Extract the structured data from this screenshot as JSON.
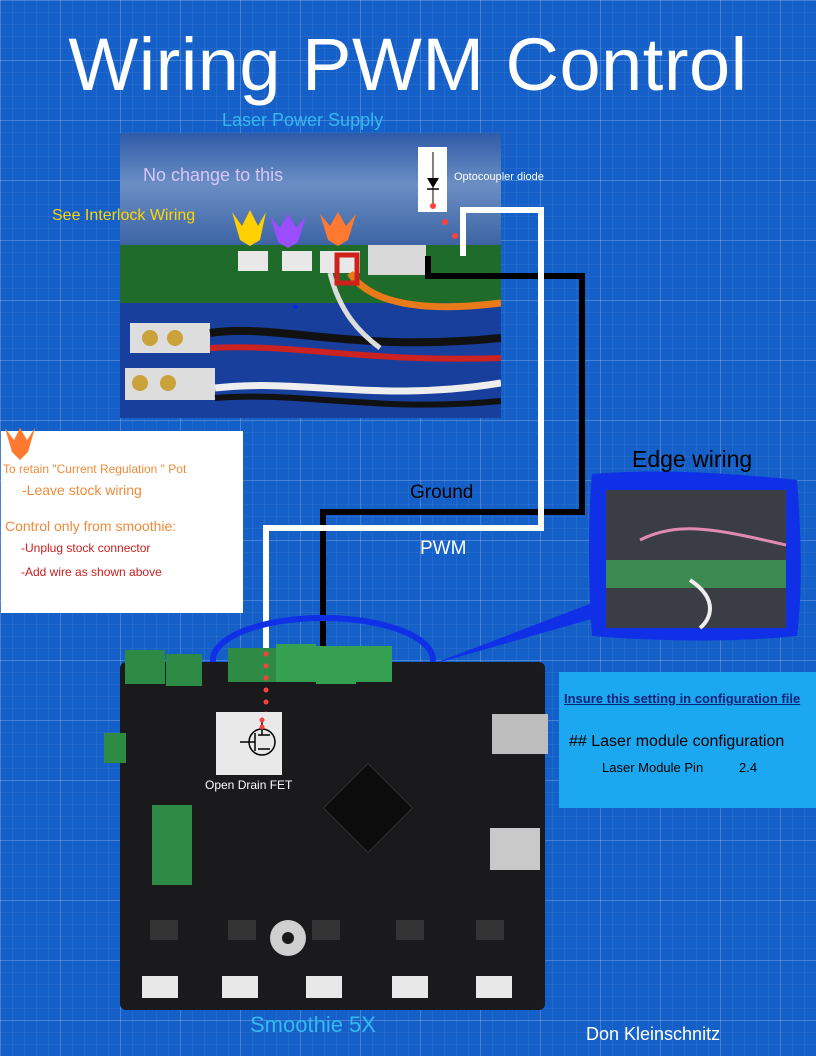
{
  "title": "Wiring PWM Control",
  "psu": {
    "label": "Laser Power Supply",
    "no_change": "No change to this",
    "interlock": "See Interlock Wiring",
    "optocoupler": "Optocoupler diode"
  },
  "wires": {
    "ground": "Ground",
    "pwm": "PWM"
  },
  "note": {
    "retain": "To retain \"Current Regulation \" Pot",
    "leave": "-Leave stock wiring",
    "control": "Control only from smoothie:",
    "unplug": "-Unplug stock connector",
    "add_wire": "-Add wire as shown above"
  },
  "edge": {
    "title": "Edge wiring"
  },
  "config": {
    "insure": "Insure this setting in configuration file",
    "header": "## Laser module configuration",
    "pin_label": "Laser Module Pin",
    "pin_value": "2.4"
  },
  "board": {
    "fet": "Open Drain FET",
    "label": "Smoothie 5X"
  },
  "author": "Don Kleinschnitz",
  "colors": {
    "background": "#1560c8",
    "arrow_yellow": "#ffd000",
    "arrow_purple": "#9b4dff",
    "arrow_orange": "#ff7a30",
    "note_orange": "#f08a3a",
    "note_red": "#c81e1e",
    "config_bg": "#1ba8f0",
    "highlight_blue": "#1030e8"
  }
}
